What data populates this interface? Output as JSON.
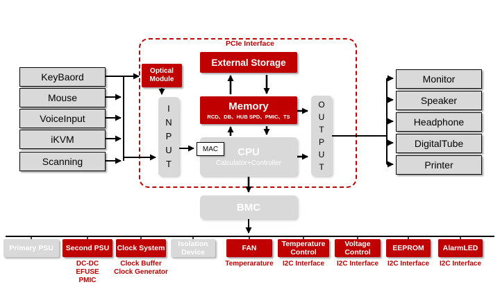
{
  "colors": {
    "accent_red": "#C00000",
    "box_gray": "#D9D9D9"
  },
  "input_devices": [
    "KeyBaord",
    "Mouse",
    "VoiceInput",
    "iKVM",
    "Scanning"
  ],
  "output_devices": [
    "Monitor",
    "Speaker",
    "Headphone",
    "DigitalTube",
    "Printer"
  ],
  "core": {
    "pcie_label": "PCIe Interface",
    "optical_module": "Optical\nModule",
    "external_storage": "External Storage",
    "memory_title": "Memory",
    "memory_subtitle": "RCD、DB、HUB SPD、PMIC、TS",
    "input_label": "I\nN\nP\nU\nT",
    "mac_label": "MAC",
    "cpu_title": "CPU",
    "cpu_subtitle": "Calculator+Controller",
    "output_label": "O\nU\nT\nP\nU\nT",
    "bmc_label": "BMC"
  },
  "peripherals": [
    {
      "label": "Primary PSU",
      "variant": "gray",
      "sub": ""
    },
    {
      "label": "Second PSU",
      "variant": "red",
      "sub": "DC-DC\nEFUSE\nPMIC"
    },
    {
      "label": "Clock System",
      "variant": "red",
      "sub": "Clock Buffer\nClock Generator"
    },
    {
      "label": "Isolation\nDevice",
      "variant": "gray",
      "sub": ""
    },
    {
      "label": "FAN",
      "variant": "red",
      "sub": "Temperarature"
    },
    {
      "label": "Temperature\nControl",
      "variant": "red",
      "sub": "I2C Interface"
    },
    {
      "label": "Voltage\nControl",
      "variant": "red",
      "sub": "I2C Interface"
    },
    {
      "label": "EEPROM",
      "variant": "red",
      "sub": "I2C Interface"
    },
    {
      "label": "AlarmLED",
      "variant": "red",
      "sub": "I2C Interface"
    }
  ]
}
